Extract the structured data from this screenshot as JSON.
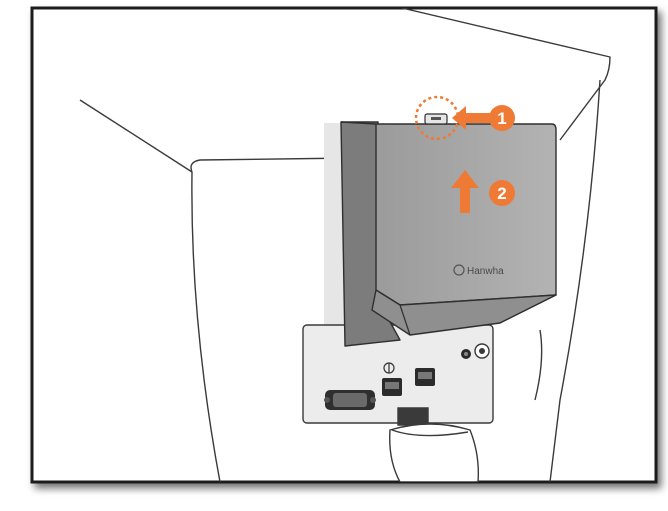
{
  "steps": [
    {
      "number": "1",
      "action": "arrow-left"
    },
    {
      "number": "2",
      "action": "arrow-up"
    }
  ],
  "brand": {
    "name": "Hanwha"
  },
  "colors": {
    "accent": "#ee7a35",
    "monitor_outline": "#3a3a3a",
    "cover_fill": "#a9a9a9",
    "frame_border": "#1a1a1a"
  }
}
